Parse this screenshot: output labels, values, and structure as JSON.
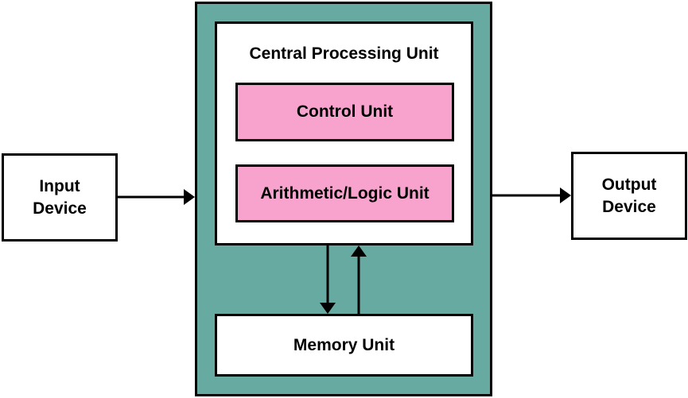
{
  "colors": {
    "outer_fill": "#66aaa2",
    "unit_fill": "#f7a3cd",
    "box_fill": "#ffffff",
    "stroke": "#000000"
  },
  "diagram": {
    "cpu_title": "Central Processing Unit",
    "control_unit": "Control Unit",
    "alu": "Arithmetic/Logic Unit",
    "memory_unit": "Memory Unit",
    "input_device": [
      "Input",
      "Device"
    ],
    "output_device": [
      "Output",
      "Device"
    ]
  }
}
